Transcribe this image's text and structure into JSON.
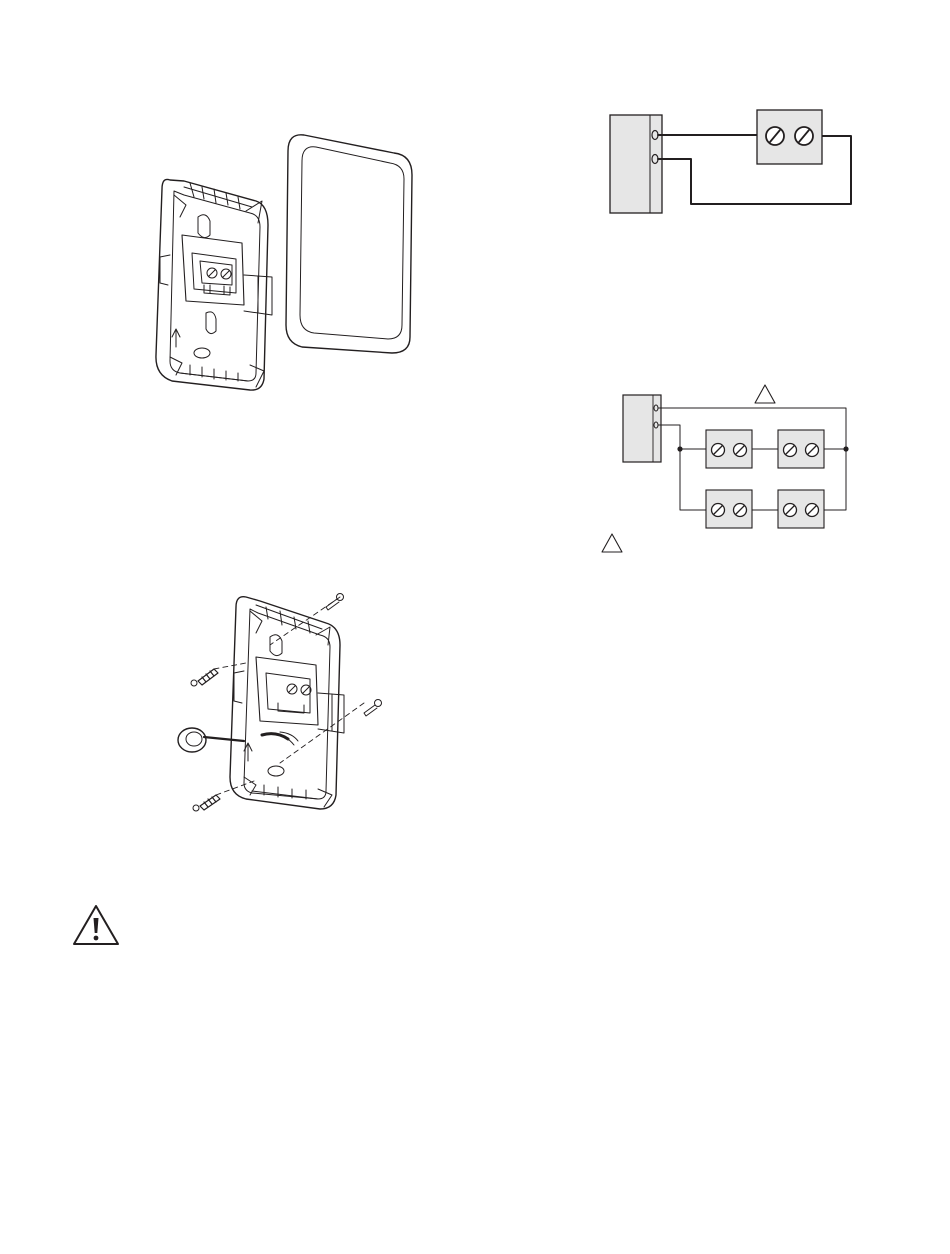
{
  "figures": [
    {
      "id": "subbase-and-cover",
      "labels": []
    },
    {
      "id": "wall-mounting",
      "labels": []
    },
    {
      "id": "single-sensor-wiring",
      "labels": []
    },
    {
      "id": "four-sensor-wiring",
      "labels": []
    }
  ],
  "caution_symbol": "warning-triangle-exclamation",
  "note_symbols": [
    "triangle-note-marker",
    "triangle-note-marker"
  ],
  "colors": {
    "line": "#231f20",
    "shade": "#e6e6e6",
    "background": "#ffffff"
  }
}
